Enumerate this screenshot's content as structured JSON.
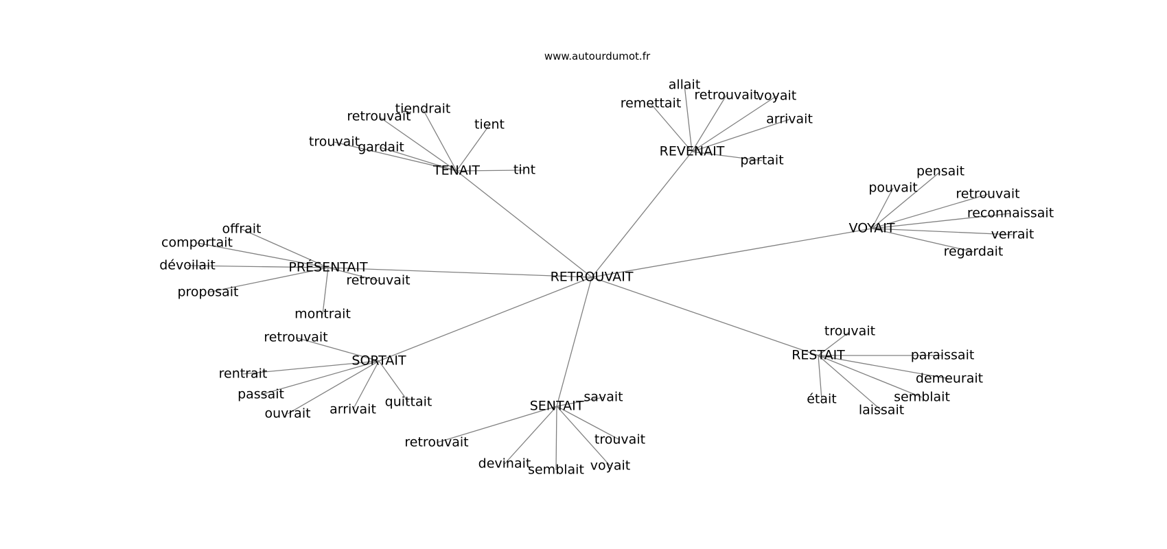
{
  "source": "www.autourdumot.fr",
  "graph": {
    "center": "RETROUVAIT",
    "clusters": [
      {
        "label": "TENAIT",
        "words": [
          "tiendrait",
          "retrouvait",
          "tient",
          "trouvait",
          "gardait",
          "tint"
        ]
      },
      {
        "label": "REVENAIT",
        "words": [
          "allait",
          "remettait",
          "retrouvait",
          "voyait",
          "arrivait",
          "partait"
        ]
      },
      {
        "label": "VOYAIT",
        "words": [
          "pensait",
          "pouvait",
          "retrouvait",
          "reconnaissait",
          "verrait",
          "regardait"
        ]
      },
      {
        "label": "PRÉSENTAIT",
        "words": [
          "offrait",
          "comportait",
          "dévoilait",
          "proposait",
          "retrouvait",
          "montrait"
        ]
      },
      {
        "label": "RESTAIT",
        "words": [
          "trouvait",
          "paraissait",
          "demeurait",
          "semblait",
          "était",
          "laissait"
        ]
      },
      {
        "label": "SORTAIT",
        "words": [
          "retrouvait",
          "rentrait",
          "passait",
          "ouvrait",
          "arrivait",
          "quittait"
        ]
      },
      {
        "label": "SENTAIT",
        "words": [
          "savait",
          "retrouvait",
          "trouvait",
          "devinait",
          "semblait",
          "voyait"
        ]
      }
    ]
  }
}
